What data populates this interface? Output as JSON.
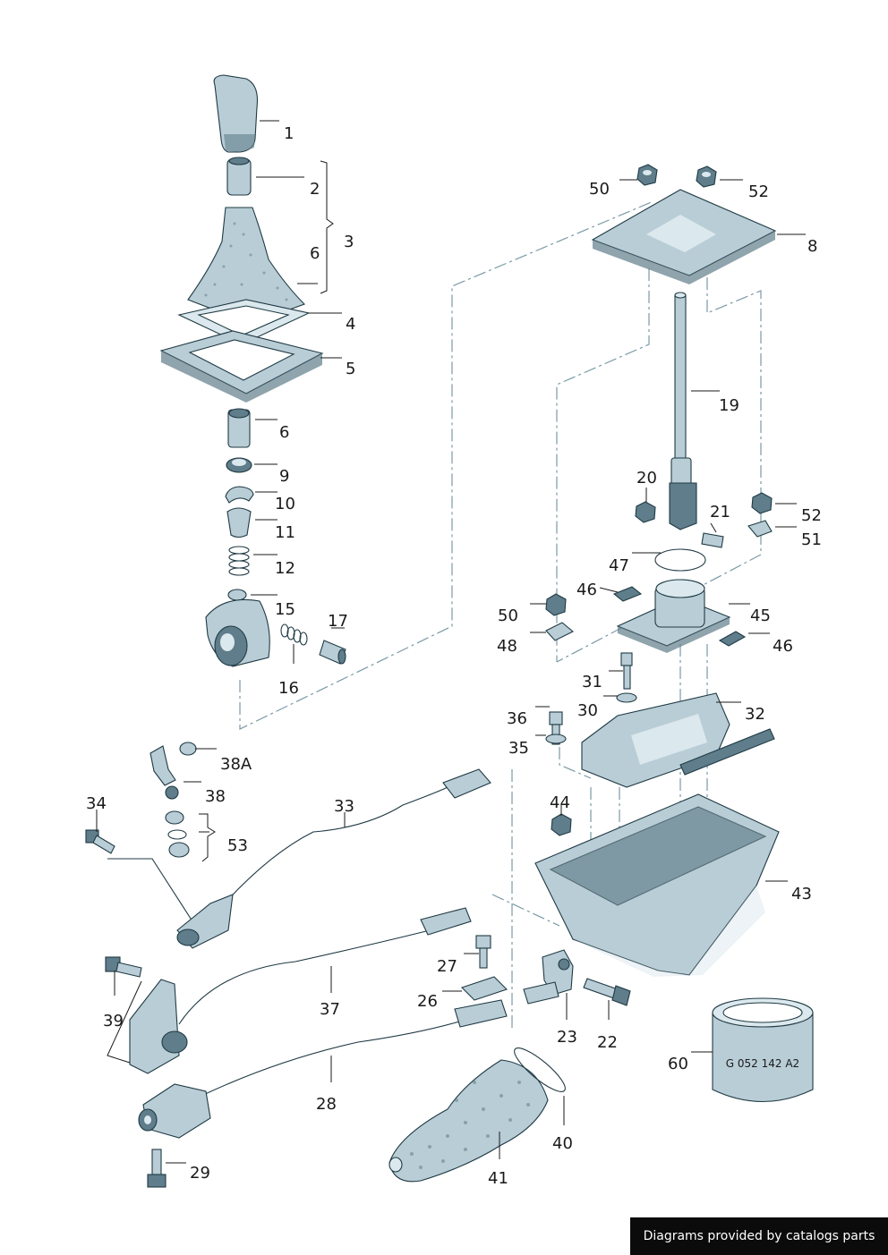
{
  "labels": {
    "l1": "1",
    "l2": "2",
    "l3": "3",
    "l6a": "6",
    "l4": "4",
    "l5": "5",
    "l6b": "6",
    "l9": "9",
    "l10": "10",
    "l11": "11",
    "l12": "12",
    "l15": "15",
    "l17": "17",
    "l16": "16",
    "l50a": "50",
    "l52a": "52",
    "l8": "8",
    "l19": "19",
    "l20": "20",
    "l21": "21",
    "l52b": "52",
    "l51": "51",
    "l47": "47",
    "l46a": "46",
    "l50b": "50",
    "l45": "45",
    "l48": "48",
    "l46b": "46",
    "l31": "31",
    "l30": "30",
    "l36": "36",
    "l32": "32",
    "l35": "35",
    "l38A": "38A",
    "l38": "38",
    "l34": "34",
    "l33": "33",
    "l53": "53",
    "l44": "44",
    "l43": "43",
    "l37": "37",
    "l27": "27",
    "l26": "26",
    "l39": "39",
    "l23": "23",
    "l22": "22",
    "l28": "28",
    "l60": "60",
    "l40": "40",
    "l41": "41",
    "l29": "29"
  },
  "part_stamp": "G 052 142 A2",
  "footer_text": "Diagrams provided by catalogs parts",
  "colors": {
    "metal": "#b9cdd6",
    "dark_metal": "#5f7d8a",
    "light_metal": "#dbe8ed",
    "outline": "#1f3a44",
    "dash_line": "#7a9aa6",
    "footer_bg": "#0b0b0b"
  }
}
